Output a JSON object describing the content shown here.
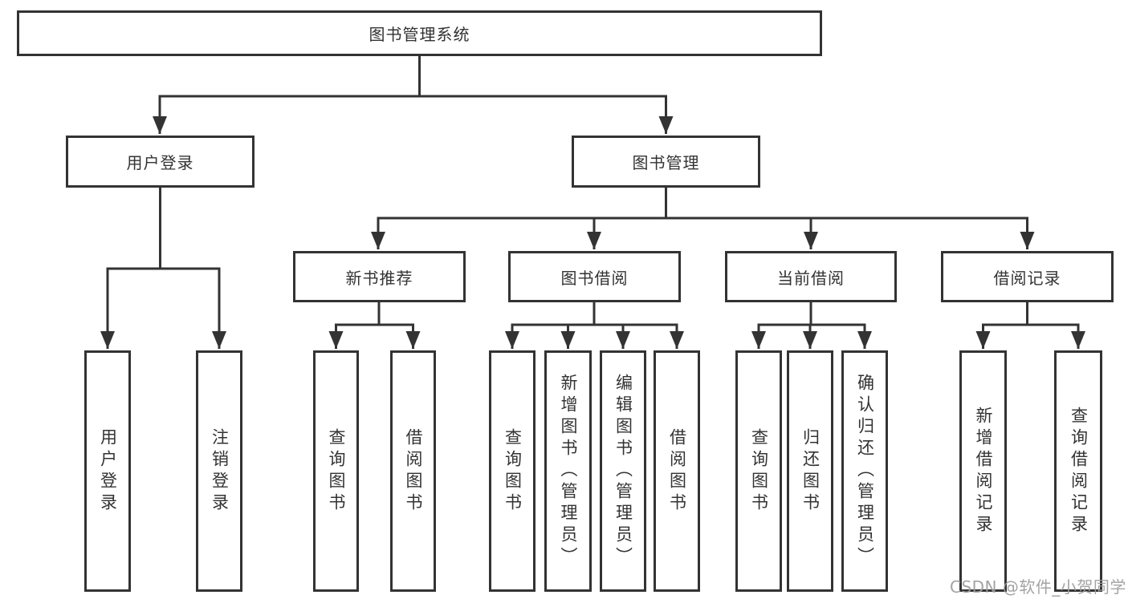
{
  "tree": {
    "label": "图书管理系统",
    "children": [
      {
        "label": "用户登录",
        "children": [
          {
            "label": "用户登录"
          },
          {
            "label": "注销登录"
          }
        ]
      },
      {
        "label": "图书管理",
        "children": [
          {
            "label": "新书推荐",
            "children": [
              {
                "label": "查询图书"
              },
              {
                "label": "借阅图书"
              }
            ]
          },
          {
            "label": "图书借阅",
            "children": [
              {
                "label": "查询图书"
              },
              {
                "label": "新增图书（管理员）"
              },
              {
                "label": "编辑图书（管理员）"
              },
              {
                "label": "借阅图书"
              }
            ]
          },
          {
            "label": "当前借阅",
            "children": [
              {
                "label": "查询图书"
              },
              {
                "label": "归还图书"
              },
              {
                "label": "确认归还（管理员）"
              }
            ]
          },
          {
            "label": "借阅记录",
            "children": [
              {
                "label": "新增借阅记录"
              },
              {
                "label": "查询借阅记录"
              }
            ]
          }
        ]
      }
    ]
  },
  "watermark": {
    "text": "CSDN @软件_小贺同学"
  },
  "colors": {
    "line": "#333333",
    "text": "#333333",
    "box_background": "#ffffff",
    "watermark": "#9e9e9e"
  }
}
